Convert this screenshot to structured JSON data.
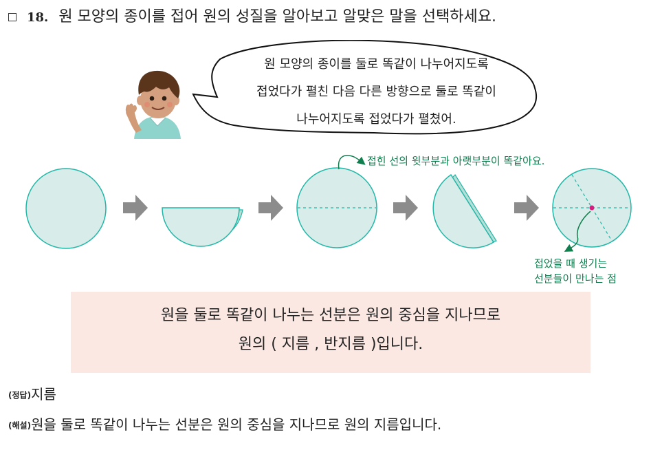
{
  "question": {
    "number": "18.",
    "text": "원 모양의 종이를 접어 원의 성질을 알아보고 알맞은 말을 선택하세요."
  },
  "speech_bubble": {
    "lines": [
      "원 모양의 종이를 둘로 똑같이 나누어지도록",
      "접었다가 펼친 다음 다른 방향으로 둘로 똑같이",
      "나누어지도록 접었다가 펼쳤어."
    ]
  },
  "annotations": {
    "top_note": "접힌 선의 윗부분과 아랫부분이 똑같아요.",
    "bottom_note_lines": [
      "접었을 때 생기는",
      "선분들이 만나는 점"
    ]
  },
  "answer_box": {
    "line1": "원을 둘로 똑같이 나누는 선분은 원의 중심을 지나므로",
    "line2": "원의 ( 지름 , 반지름 )입니다."
  },
  "solution": {
    "answer_tag": "(정답)",
    "answer_text": "지름",
    "explanation_tag": "(해설)",
    "explanation_text": "원을 둘로 똑같이 나누는 선분은 원의 중심을 지나므로 원의 지름입니다."
  },
  "colors": {
    "circle_fill": "#d8ecea",
    "circle_stroke": "#1fb7a7",
    "arrow": "#8c8c8c",
    "note_green": "#0f7f4e",
    "center_dot": "#d81b7f",
    "answer_bg": "#fbe8e2"
  },
  "icons": {
    "boy": "waving-boy-illustration",
    "arrow": "right-arrow-icon",
    "curve_arrow": "curved-arrow-icon"
  }
}
